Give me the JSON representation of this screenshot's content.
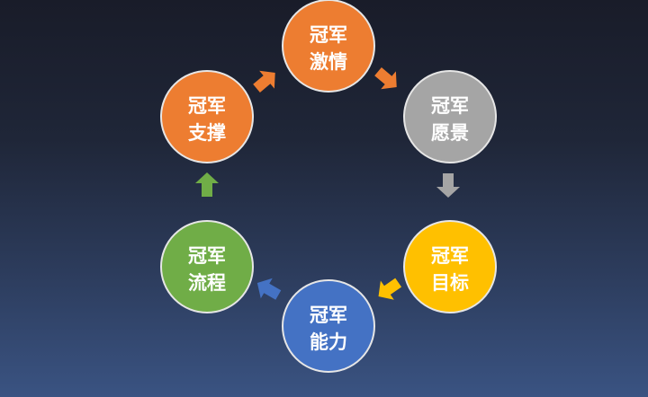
{
  "nodes": [
    {
      "line1": "冠军",
      "line2": "激情",
      "color": "#ed7d31"
    },
    {
      "line1": "冠军",
      "line2": "愿景",
      "color": "#a5a5a5"
    },
    {
      "line1": "冠军",
      "line2": "目标",
      "color": "#ffc000"
    },
    {
      "line1": "冠军",
      "line2": "能力",
      "color": "#4472c4"
    },
    {
      "line1": "冠军",
      "line2": "流程",
      "color": "#70ad47"
    },
    {
      "line1": "冠军",
      "line2": "支撑",
      "color": "#ed7d31"
    }
  ]
}
